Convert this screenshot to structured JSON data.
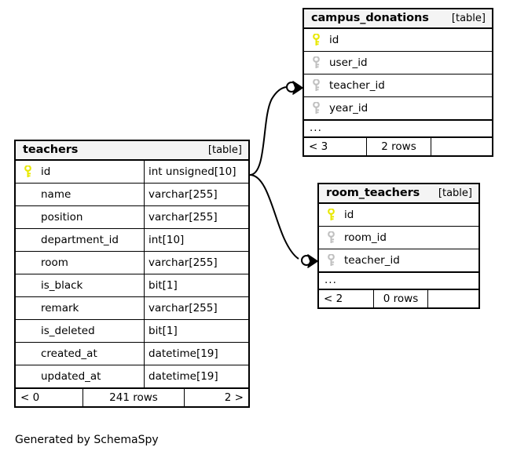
{
  "diagram": {
    "caption": "Generated by SchemaSpy",
    "kind_label": "[table]",
    "ellipsis": "...",
    "colors": {
      "primary_key_icon": "#e8e800",
      "foreign_key_icon": "#c0c0c0",
      "table_border": "#000000",
      "header_background": "#f4f4f4",
      "page_background": "#ffffff"
    }
  },
  "tables": {
    "teachers": {
      "name": "teachers",
      "kind": "[table]",
      "columns": [
        {
          "icon": "primary-key-icon",
          "name": "id",
          "type": "int unsigned[10]"
        },
        {
          "icon": "none",
          "name": "name",
          "type": "varchar[255]"
        },
        {
          "icon": "none",
          "name": "position",
          "type": "varchar[255]"
        },
        {
          "icon": "none",
          "name": "department_id",
          "type": "int[10]"
        },
        {
          "icon": "none",
          "name": "room",
          "type": "varchar[255]"
        },
        {
          "icon": "none",
          "name": "is_black",
          "type": "bit[1]"
        },
        {
          "icon": "none",
          "name": "remark",
          "type": "varchar[255]"
        },
        {
          "icon": "none",
          "name": "is_deleted",
          "type": "bit[1]"
        },
        {
          "icon": "none",
          "name": "created_at",
          "type": "datetime[19]"
        },
        {
          "icon": "none",
          "name": "updated_at",
          "type": "datetime[19]"
        }
      ],
      "has_ellipsis": false,
      "footer": {
        "prev": "< 0",
        "rows": "241 rows",
        "next": "2 >"
      }
    },
    "campus_donations": {
      "name": "campus_donations",
      "kind": "[table]",
      "columns": [
        {
          "icon": "primary-key-icon",
          "name": "id",
          "type": ""
        },
        {
          "icon": "foreign-key-icon",
          "name": "user_id",
          "type": ""
        },
        {
          "icon": "foreign-key-icon",
          "name": "teacher_id",
          "type": ""
        },
        {
          "icon": "foreign-key-icon",
          "name": "year_id",
          "type": ""
        }
      ],
      "has_ellipsis": true,
      "footer": {
        "prev": "< 3",
        "rows": "2 rows",
        "next": ""
      }
    },
    "room_teachers": {
      "name": "room_teachers",
      "kind": "[table]",
      "columns": [
        {
          "icon": "primary-key-icon",
          "name": "id",
          "type": ""
        },
        {
          "icon": "foreign-key-icon",
          "name": "room_id",
          "type": ""
        },
        {
          "icon": "foreign-key-icon",
          "name": "teacher_id",
          "type": ""
        }
      ],
      "has_ellipsis": true,
      "footer": {
        "prev": "< 2",
        "rows": "0 rows",
        "next": ""
      }
    }
  },
  "relationships": [
    {
      "from_table": "teachers",
      "from_column": "id",
      "to_table": "campus_donations",
      "to_column": "teacher_id"
    },
    {
      "from_table": "teachers",
      "from_column": "id",
      "to_table": "room_teachers",
      "to_column": "teacher_id"
    }
  ]
}
